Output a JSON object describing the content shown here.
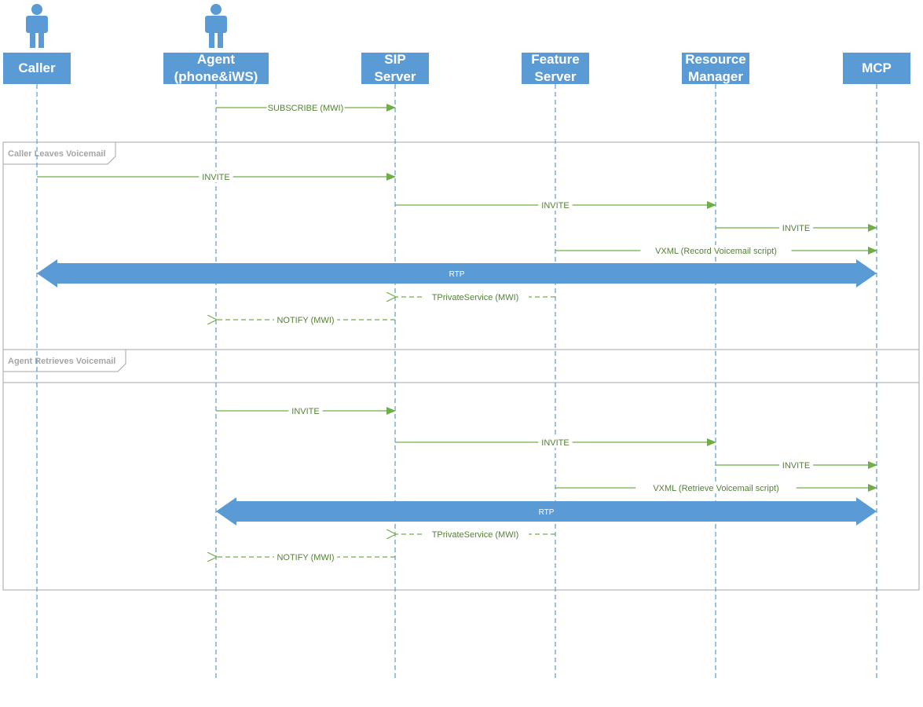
{
  "participants": [
    {
      "id": "caller",
      "lines": [
        "Caller"
      ],
      "actor": true
    },
    {
      "id": "agent",
      "lines": [
        "Agent",
        "(phone&iWS)"
      ],
      "actor": true
    },
    {
      "id": "sip",
      "lines": [
        "SIP",
        "Server"
      ],
      "actor": false
    },
    {
      "id": "feature",
      "lines": [
        "Feature",
        "Server"
      ],
      "actor": false
    },
    {
      "id": "resource",
      "lines": [
        "Resource",
        "Manager"
      ],
      "actor": false
    },
    {
      "id": "mcp",
      "lines": [
        "MCP"
      ],
      "actor": false
    }
  ],
  "frames": [
    {
      "id": "caller-leaves-voicemail",
      "label": "Caller Leaves Voicemail"
    },
    {
      "id": "agent-retrieves-voicemail",
      "label": "Agent Retrieves Voicemail"
    }
  ],
  "messages": [
    {
      "from": "agent",
      "to": "sip",
      "label": "SUBSCRIBE (MWI)",
      "kind": "sync"
    },
    {
      "from": "caller",
      "to": "sip",
      "label": "INVITE",
      "kind": "sync"
    },
    {
      "from": "sip",
      "to": "resource",
      "label": "INVITE",
      "kind": "sync"
    },
    {
      "from": "resource",
      "to": "mcp",
      "label": "INVITE",
      "kind": "sync"
    },
    {
      "from": "feature",
      "to": "mcp",
      "label": "VXML (Record Voicemail script)",
      "kind": "sync"
    },
    {
      "from": "caller",
      "to": "mcp",
      "label": "RTP",
      "kind": "media"
    },
    {
      "from": "feature",
      "to": "sip",
      "label": "TPrivateService (MWI)",
      "kind": "reply"
    },
    {
      "from": "sip",
      "to": "agent",
      "label": "NOTIFY (MWI)",
      "kind": "reply"
    },
    {
      "from": "agent",
      "to": "sip",
      "label": "INVITE",
      "kind": "sync"
    },
    {
      "from": "sip",
      "to": "resource",
      "label": "INVITE",
      "kind": "sync"
    },
    {
      "from": "resource",
      "to": "mcp",
      "label": "INVITE",
      "kind": "sync"
    },
    {
      "from": "feature",
      "to": "mcp",
      "label": "VXML (Retrieve Voicemail script)",
      "kind": "sync"
    },
    {
      "from": "agent",
      "to": "mcp",
      "label": "RTP",
      "kind": "media"
    },
    {
      "from": "feature",
      "to": "sip",
      "label": "TPrivateService (MWI)",
      "kind": "reply"
    },
    {
      "from": "sip",
      "to": "agent",
      "label": "NOTIFY (MWI)",
      "kind": "reply"
    }
  ],
  "colors": {
    "participant_fill": "#5b9bd5",
    "participant_text": "#ffffff",
    "lifeline": "#5b9bd5",
    "message": "#70ad47",
    "message_text": "#548235",
    "media_arrow": "#5b9bd5",
    "frame_border": "#a6a6a6",
    "frame_label": "#a6a6a6"
  }
}
